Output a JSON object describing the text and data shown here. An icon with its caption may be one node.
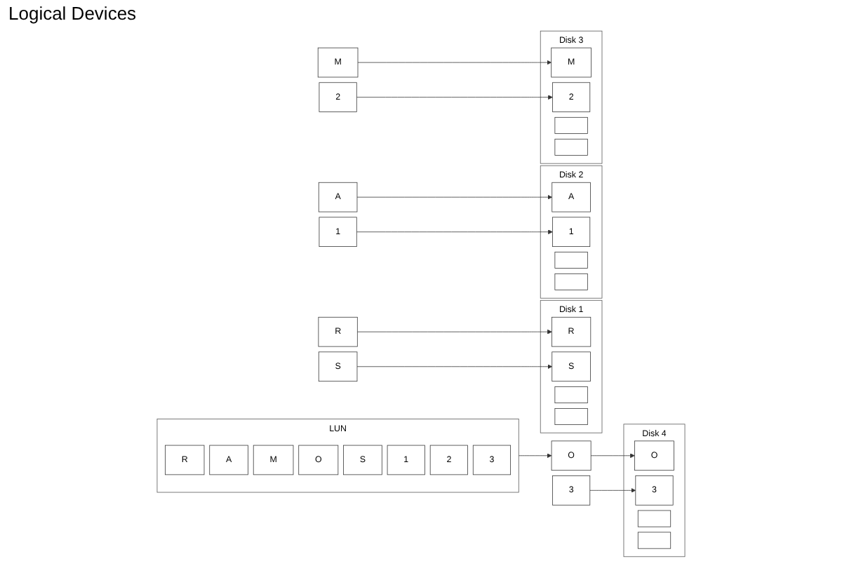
{
  "diagram": {
    "nodes": [
      {
        "text": [
          "LUN"
        ]
      },
      {
        "text": [
          "R"
        ],
        "in": 0
      },
      {
        "text": [
          "A"
        ],
        "in": 0
      },
      {
        "text": [
          "M"
        ],
        "in": 0
      },
      {
        "text": [
          "O"
        ],
        "in": 0
      },
      {
        "text": [
          "S"
        ],
        "in": 0
      },
      {
        "text": [
          "1"
        ],
        "in": 0
      },
      {
        "text": [
          "2"
        ],
        "in": 0
      },
      {
        "text": [
          "3"
        ],
        "in": 0
      },
      {
        "text": [
          "R"
        ]
      },
      {
        "text": [
          "A"
        ]
      },
      {
        "text": [
          "M"
        ]
      },
      {
        "text": [
          "O"
        ]
      },
      {
        "text": [
          "S"
        ]
      },
      {
        "text": [
          "1"
        ]
      },
      {
        "text": [
          "2"
        ]
      },
      {
        "text": [
          "3"
        ]
      },
      {
        "text": [
          "Disk 1"
        ]
      },
      {
        "text": [
          "R"
        ],
        "in": 17
      },
      {
        "text": [
          "S"
        ],
        "in": 17
      },
      {
        "text": [],
        "shape": "box",
        "in": 17
      },
      {
        "text": [],
        "shape": "box",
        "in": 17
      },
      {
        "text": [
          "Disk 2"
        ]
      },
      {
        "text": [
          "A"
        ],
        "in": 22
      },
      {
        "text": [
          "1"
        ],
        "in": 22
      },
      {
        "text": [],
        "shape": "box",
        "in": 22
      },
      {
        "text": [],
        "shape": "box",
        "in": 22
      },
      {
        "text": [
          "Disk 3"
        ]
      },
      {
        "text": [
          "M"
        ],
        "in": 27
      },
      {
        "text": [
          "2"
        ],
        "in": 27
      },
      {
        "text": [],
        "shape": "box",
        "in": 27
      },
      {
        "text": [],
        "shape": "box",
        "in": 27
      },
      {
        "text": [
          "Disk 4"
        ]
      },
      {
        "text": [
          "O"
        ],
        "in": 32
      },
      {
        "text": [
          "3"
        ],
        "in": 32
      },
      {
        "text": [],
        "shape": "box",
        "in": 32
      },
      {
        "text": [],
        "shape": "box",
        "in": 32
      }
    ],
    "edges": [
      {
        "from": 0,
        "to": 12,
        "arrow": "to"
      },
      {
        "from": 9,
        "to": 18,
        "arrow": "to"
      },
      {
        "from": 10,
        "to": 23,
        "arrow": "to"
      },
      {
        "from": 11,
        "to": 28,
        "arrow": "to"
      },
      {
        "from": 12,
        "to": 33,
        "arrow": "to"
      },
      {
        "from": 13,
        "to": 19,
        "arrow": "to"
      },
      {
        "from": 14,
        "to": 24,
        "arrow": "to"
      },
      {
        "from": 15,
        "to": 29,
        "arrow": "to"
      },
      {
        "from": 16,
        "to": 34,
        "arrow": "to"
      }
    ],
    "labels": [
      "Logical Devices"
    ]
  }
}
